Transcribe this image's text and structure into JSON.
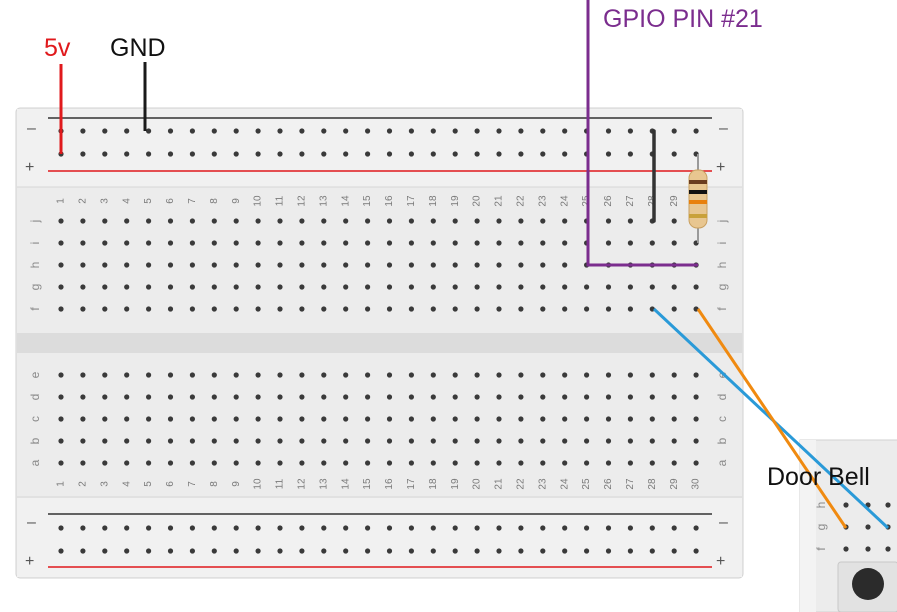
{
  "labels": {
    "v5": "5v",
    "gnd": "GND",
    "gpio": "GPIO PIN #21",
    "doorbell": "Door Bell"
  },
  "board": {
    "columns": [
      "1",
      "2",
      "3",
      "4",
      "5",
      "6",
      "7",
      "8",
      "9",
      "10",
      "11",
      "12",
      "13",
      "14",
      "15",
      "16",
      "17",
      "18",
      "19",
      "20",
      "21",
      "22",
      "23",
      "24",
      "25",
      "26",
      "27",
      "28",
      "29",
      "30"
    ],
    "top_rows": [
      "j",
      "i",
      "h",
      "g",
      "f"
    ],
    "bottom_rows": [
      "e",
      "d",
      "c",
      "b",
      "a"
    ],
    "rail_minus": "–",
    "rail_plus": "+"
  },
  "module_rows": [
    "h",
    "g",
    "f"
  ],
  "colors": {
    "red": "#e0191c",
    "black": "#1a1a1a",
    "purple": "#7b2d8e",
    "blue": "#2a9ad8",
    "orange": "#f08a10",
    "board": "#ececec"
  }
}
